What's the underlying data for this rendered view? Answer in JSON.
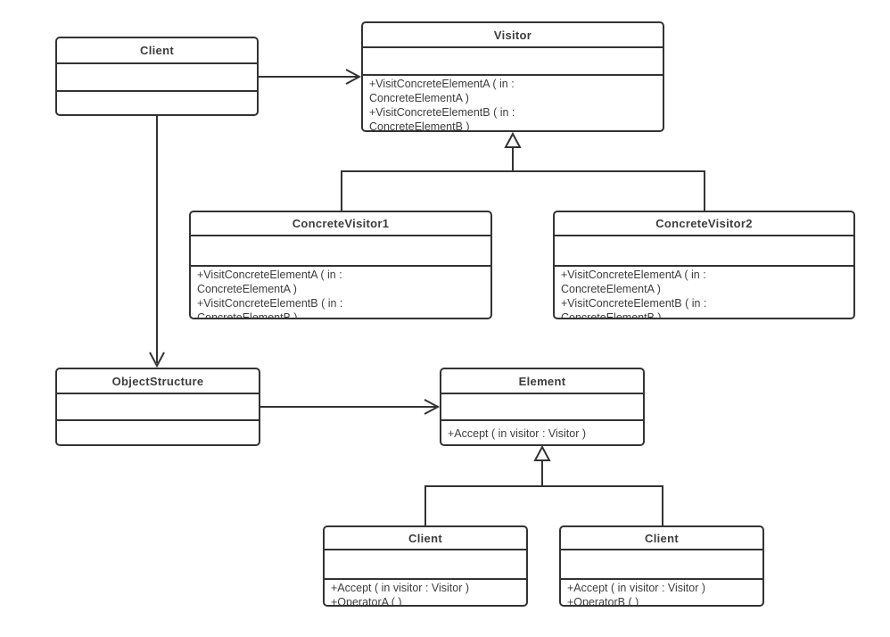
{
  "colors": {
    "line": "#333333",
    "text": "#3d3d3d",
    "background": "#ffffff"
  },
  "classes": [
    {
      "id": "client-top",
      "name": "Client",
      "methods": []
    },
    {
      "id": "visitor",
      "name": "Visitor",
      "methods": [
        "+VisitConcreteElementA ( in : ConcreteElementA )",
        "+VisitConcreteElementB ( in : ConcreteElementB )"
      ]
    },
    {
      "id": "concrete-visitor-1",
      "name": "ConcreteVisitor1",
      "methods": [
        "+VisitConcreteElementA ( in : ConcreteElementA )",
        "+VisitConcreteElementB ( in : ConcreteElementB )"
      ]
    },
    {
      "id": "concrete-visitor-2",
      "name": "ConcreteVisitor2",
      "methods": [
        "+VisitConcreteElementA ( in : ConcreteElementA )",
        "+VisitConcreteElementB ( in : ConcreteElementB )"
      ]
    },
    {
      "id": "object-structure",
      "name": "ObjectStructure",
      "methods": []
    },
    {
      "id": "element",
      "name": "Element",
      "methods": [
        "+Accept ( in visitor : Visitor )"
      ]
    },
    {
      "id": "client-bottom-left",
      "name": "Client",
      "methods": [
        "+Accept ( in visitor : Visitor )",
        "+OperatorA ( )"
      ]
    },
    {
      "id": "client-bottom-right",
      "name": "Client",
      "methods": [
        "+Accept ( in visitor : Visitor )",
        "+OperatorB ( )"
      ]
    }
  ],
  "relationships": [
    {
      "type": "association",
      "from": "Client",
      "to": "Visitor",
      "arrow": "open"
    },
    {
      "type": "association",
      "from": "Client",
      "to": "ObjectStructure",
      "arrow": "open"
    },
    {
      "type": "generalization",
      "from": "ConcreteVisitor1",
      "to": "Visitor",
      "arrow": "hollow-triangle"
    },
    {
      "type": "generalization",
      "from": "ConcreteVisitor2",
      "to": "Visitor",
      "arrow": "hollow-triangle"
    },
    {
      "type": "association",
      "from": "ObjectStructure",
      "to": "Element",
      "arrow": "open"
    },
    {
      "type": "generalization",
      "from": "Client (bottom-left)",
      "to": "Element",
      "arrow": "hollow-triangle"
    },
    {
      "type": "generalization",
      "from": "Client (bottom-right)",
      "to": "Element",
      "arrow": "hollow-triangle"
    }
  ]
}
